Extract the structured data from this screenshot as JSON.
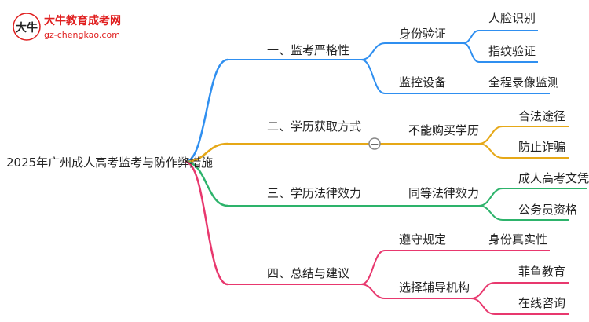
{
  "logo": {
    "title": "大牛教育成考网",
    "url": "gz-chengkao.com",
    "mark_text": "大牛"
  },
  "root": "2025年广州成人高考监考与防作弊措施",
  "colors": {
    "branch1": "#2f8ff0",
    "branch2": "#e6a817",
    "branch3": "#2db36b",
    "branch4": "#e8386e",
    "logo_red": "#e02020"
  },
  "branches": [
    {
      "label": "一、监考严格性",
      "children": [
        {
          "label": "身份验证",
          "children": [
            "人脸识别",
            "指纹验证"
          ]
        },
        {
          "label": "监控设备",
          "children": [
            "全程录像监测"
          ]
        }
      ]
    },
    {
      "label": "二、学历获取方式",
      "collapse_symbol": "−",
      "children": [
        {
          "label": "不能购买学历",
          "children": [
            "合法途径",
            "防止诈骗"
          ]
        }
      ]
    },
    {
      "label": "三、学历法律效力",
      "children": [
        {
          "label": "同等法律效力",
          "children": [
            "成人高考文凭",
            "公务员资格"
          ]
        }
      ]
    },
    {
      "label": "四、总结与建议",
      "children": [
        {
          "label": "遵守规定",
          "children": [
            "身份真实性"
          ]
        },
        {
          "label": "选择辅导机构",
          "children": [
            "菲鱼教育",
            "在线咨询"
          ]
        }
      ]
    }
  ]
}
